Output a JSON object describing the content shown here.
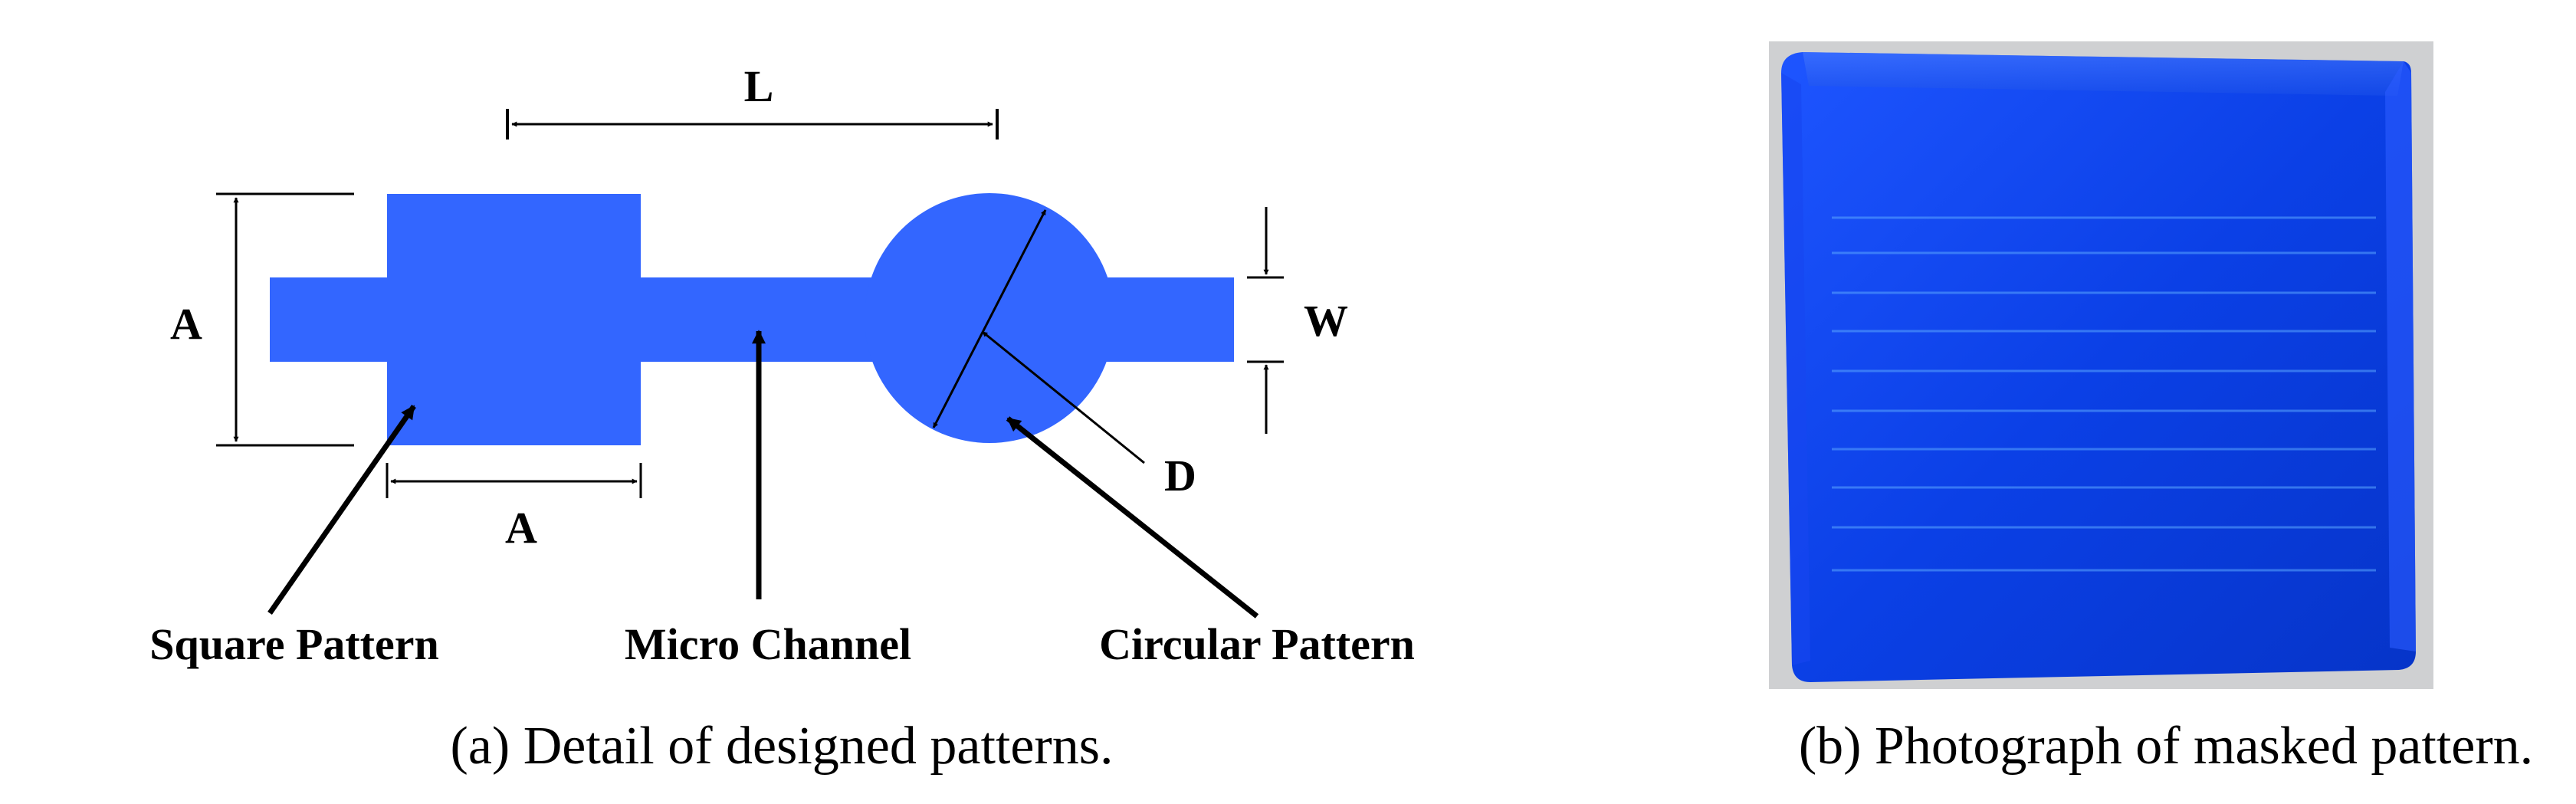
{
  "panel_a": {
    "dimension_labels": {
      "L": "L",
      "A_vertical": "A",
      "A_horizontal": "A",
      "W": "W",
      "D": "D"
    },
    "callouts": {
      "square_pattern": "Square Pattern",
      "micro_channel": "Micro Channel",
      "circular_pattern": "Circular Pattern"
    },
    "caption": "(a) Detail of designed patterns."
  },
  "panel_b": {
    "caption": "(b) Photograph of masked pattern."
  },
  "colors": {
    "pattern_fill": "#3366ff",
    "photo_background": "#cfd0d2",
    "glass_blue": "#0a3fe0",
    "glass_blue_light": "#2a63ff",
    "channel_line": "#5aa6ff"
  }
}
